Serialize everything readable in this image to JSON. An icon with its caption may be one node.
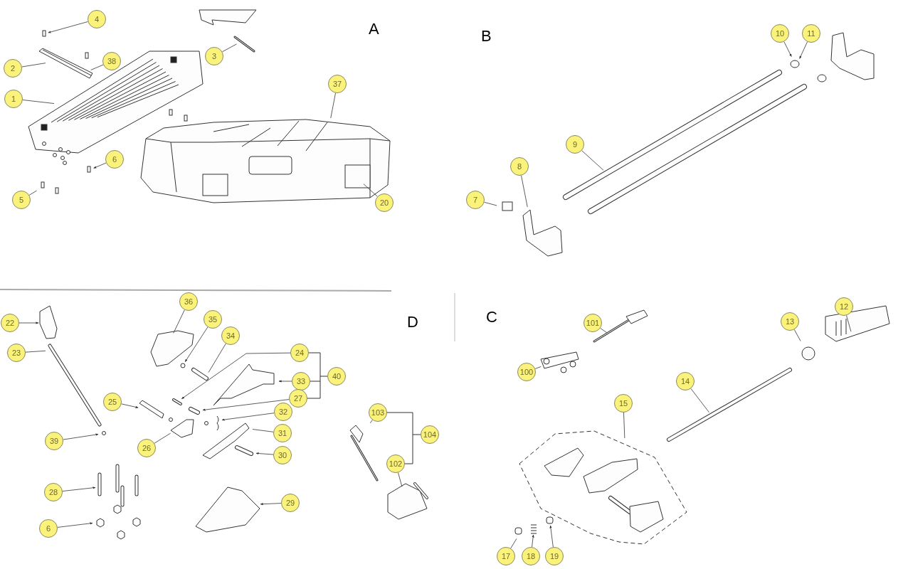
{
  "diagram": {
    "nodes": [
      {
        "text": [
          "4"
        ]
      },
      {
        "text": [
          "3"
        ]
      },
      {
        "text": [
          "2"
        ]
      },
      {
        "text": [
          "38"
        ]
      },
      {
        "text": [
          "1"
        ]
      },
      {
        "text": [
          "37"
        ]
      },
      {
        "text": [
          "6"
        ]
      },
      {
        "text": [
          "5"
        ]
      },
      {
        "text": [
          "20"
        ]
      },
      {
        "text": [
          "10"
        ]
      },
      {
        "text": [
          "11"
        ]
      },
      {
        "text": [
          "9"
        ]
      },
      {
        "text": [
          "8"
        ]
      },
      {
        "text": [
          "7"
        ]
      },
      {
        "text": [
          "36"
        ]
      },
      {
        "text": [
          "22"
        ]
      },
      {
        "text": [
          "35"
        ]
      },
      {
        "text": [
          "34"
        ]
      },
      {
        "text": [
          "24"
        ]
      },
      {
        "text": [
          "23"
        ]
      },
      {
        "text": [
          "40"
        ]
      },
      {
        "text": [
          "33"
        ]
      },
      {
        "text": [
          "27"
        ]
      },
      {
        "text": [
          "25"
        ]
      },
      {
        "text": [
          "32"
        ]
      },
      {
        "text": [
          "31"
        ]
      },
      {
        "text": [
          "26"
        ]
      },
      {
        "text": [
          "39"
        ]
      },
      {
        "text": [
          "30"
        ]
      },
      {
        "text": [
          "28"
        ]
      },
      {
        "text": [
          "29"
        ]
      },
      {
        "text": [
          "6"
        ]
      },
      {
        "text": [
          "103"
        ]
      },
      {
        "text": [
          "104"
        ]
      },
      {
        "text": [
          "102"
        ]
      },
      {
        "text": [
          "12"
        ]
      },
      {
        "text": [
          "101"
        ]
      },
      {
        "text": [
          "13"
        ]
      },
      {
        "text": [
          "100"
        ]
      },
      {
        "text": [
          "14"
        ]
      },
      {
        "text": [
          "15"
        ]
      },
      {
        "text": [
          "17"
        ]
      },
      {
        "text": [
          "18"
        ]
      },
      {
        "text": [
          "19"
        ]
      }
    ],
    "edges": [
      {
        "from": 0,
        "to": null,
        "arrow": "to"
      },
      {
        "from": 1,
        "to": null,
        "arrow": "none"
      },
      {
        "from": 2,
        "to": null,
        "arrow": "none"
      },
      {
        "from": 3,
        "to": null,
        "arrow": "none"
      },
      {
        "from": 4,
        "to": null,
        "arrow": "none"
      },
      {
        "from": 5,
        "to": null,
        "arrow": "none"
      },
      {
        "from": 6,
        "to": null,
        "arrow": "to"
      },
      {
        "from": 7,
        "to": null,
        "arrow": "none"
      },
      {
        "from": 8,
        "to": null,
        "arrow": "none"
      },
      {
        "from": 9,
        "to": null,
        "arrow": "to"
      },
      {
        "from": 10,
        "to": null,
        "arrow": "to"
      },
      {
        "from": 11,
        "to": null,
        "arrow": "none"
      },
      {
        "from": 12,
        "to": null,
        "arrow": "none"
      },
      {
        "from": 13,
        "to": null,
        "arrow": "none"
      },
      {
        "from": 14,
        "to": null,
        "arrow": "none"
      },
      {
        "from": 15,
        "to": null,
        "arrow": "to"
      },
      {
        "from": 16,
        "to": null,
        "arrow": "to"
      },
      {
        "from": 17,
        "to": null,
        "arrow": "none"
      },
      {
        "from": 18,
        "to": null,
        "arrow": "to"
      },
      {
        "from": 19,
        "to": null,
        "arrow": "none"
      },
      {
        "from": 21,
        "to": null,
        "arrow": "to"
      },
      {
        "from": 22,
        "to": null,
        "arrow": "to"
      },
      {
        "from": 23,
        "to": null,
        "arrow": "to"
      },
      {
        "from": 24,
        "to": null,
        "arrow": "to"
      },
      {
        "from": 25,
        "to": null,
        "arrow": "none"
      },
      {
        "from": 26,
        "to": null,
        "arrow": "none"
      },
      {
        "from": 27,
        "to": null,
        "arrow": "to"
      },
      {
        "from": 28,
        "to": null,
        "arrow": "to"
      },
      {
        "from": 29,
        "to": null,
        "arrow": "to"
      },
      {
        "from": 30,
        "to": null,
        "arrow": "to"
      },
      {
        "from": 31,
        "to": null,
        "arrow": "to"
      },
      {
        "from": 32,
        "to": null,
        "arrow": "none"
      },
      {
        "from": 34,
        "to": null,
        "arrow": "none"
      },
      {
        "from": 35,
        "to": null,
        "arrow": "none"
      },
      {
        "from": 36,
        "to": null,
        "arrow": "none"
      },
      {
        "from": 37,
        "to": null,
        "arrow": "none"
      },
      {
        "from": 38,
        "to": null,
        "arrow": "none"
      },
      {
        "from": 39,
        "to": null,
        "arrow": "none"
      },
      {
        "from": 40,
        "to": null,
        "arrow": "none"
      },
      {
        "from": 41,
        "to": null,
        "arrow": "none"
      },
      {
        "from": 42,
        "to": null,
        "arrow": "to"
      },
      {
        "from": 43,
        "to": null,
        "arrow": "to"
      }
    ],
    "labels": [
      "A",
      "B",
      "D",
      "C"
    ]
  }
}
